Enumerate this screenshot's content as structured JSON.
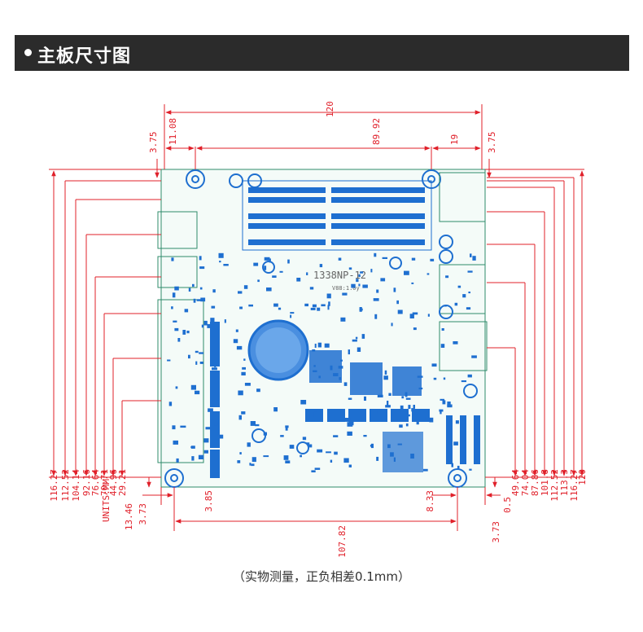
{
  "header": {
    "title": "主板尺寸图"
  },
  "caption": "（实物测量，正负相差0.1mm）",
  "board": {
    "label": "1338NP-12",
    "sublabel": "V88:1.0y"
  },
  "dims": {
    "top_total": "120",
    "top_inner": "89.92",
    "top_left_offset": "11.08",
    "top_right_offset": "19",
    "top_left_edge": "3.75",
    "top_right_edge": "3.75",
    "bottom_span": "107.82",
    "bottom_left_a": "3.85",
    "bottom_left_b": "13.46",
    "bottom_left_c": "3.73",
    "bottom_right_a": "8.33",
    "bottom_right_b": "0.5",
    "bottom_right_c": "3.73",
    "units": "UNITS:MM"
  },
  "left_dims": [
    "116.27",
    "112.52",
    "104.14",
    "92.16",
    "76.64",
    "70.71",
    "44.96",
    "29.21"
  ],
  "right_dims": [
    "49.64",
    "74.04",
    "87.86",
    "101.8",
    "112.52",
    "113.3",
    "116.27",
    "120"
  ],
  "colors": {
    "dim": "#e0202a",
    "board_line": "#2e8b6a",
    "comp": "#1e6fd0",
    "header": "#2b2b2b"
  }
}
